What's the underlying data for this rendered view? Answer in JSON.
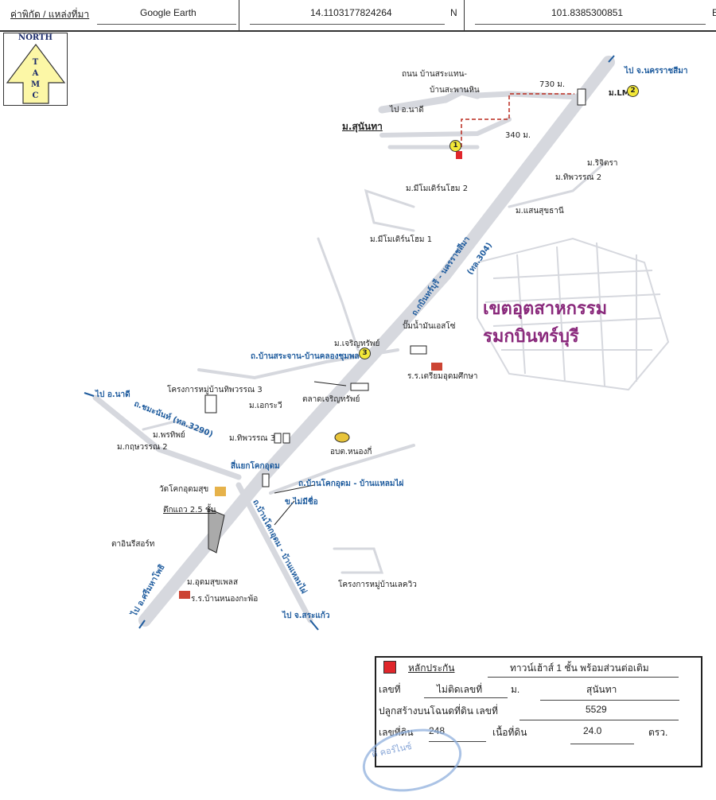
{
  "header": {
    "source_label": "ค่าพิกัด / แหล่งที่มา",
    "source_value": "Google Earth",
    "latitude": "14.1103177824264",
    "lat_unit": "N",
    "longitude": "101.8385300851",
    "lon_unit": "E"
  },
  "north_arrow": {
    "title": "NORTH",
    "letters": [
      "T",
      "A",
      "M",
      "C"
    ]
  },
  "map": {
    "labels": [
      "ถนน บ้านสระแทน-",
      "บ้านสะพานหิน",
      "730 ม.",
      "ไป จ.นครราชสีมา",
      "ม.LM",
      "ไป อ.นาดี",
      "ม.สุนันทา",
      "340 ม.",
      "ม.ริจิตรา",
      "ม.ทิพวรรณ 2",
      "ม.มีโมเดิร์นโฮม 2",
      "ม.แสนสุขธานี",
      "ม.มีโมเดิร์นโฮม 1",
      "ถ.กบินทร์บุรี - นครราชสีมา",
      "(ทล.304)",
      "เขตอุตสาหกรรม",
      "รมกบินทร์บุรี",
      "ม.เจริญทรัพย์",
      "ปั๊มน้ำมันเอสโซ่",
      "ถ.บ้านสระจาน-บ้านคลองชุมพล",
      "ร.ร.เตรียมอุดมศึกษา",
      "โครงการหมู่บ้านทิพวรรณ 3",
      "ไป อ.นาดี",
      "ตลาดเจริญทรัพย์",
      "ม.เอกระวี",
      "ถ.ชมะนันท์ (ทล.3290)",
      "ม.พรทิพย์",
      "ม.ทิพวรรณ 3",
      "ม.กฤษวรรณ 2",
      "อบต.หนองกี่",
      "สี่แยกโคกอุดม",
      "ถ.บ้านโคกอุดม - บ้านแหลมไผ่",
      "วัดโคกอุดมสุข",
      "ตึกแถว 2.5 ชั้น",
      "ข.ไม่มีชื่อ",
      "ตาอินรีสอร์ท",
      "โครงการหมู่บ้านเลควิว",
      "ม.อุดมสุขเพลส",
      "ร.ร.บ้านหนองกะพ้อ",
      "ไป อ.ศรีมหาโพธิ",
      "ไป จ.สระแก้ว",
      "ถ.บ้านโคกอุดม - บ้านแหลมไผ่"
    ],
    "markers": [
      "1",
      "2",
      "3"
    ]
  },
  "legend": {
    "collateral_label": "หลักประกัน",
    "collateral_value": "ทาวน์เฮ้าส์ 1 ชั้น พร้อมส่วนต่อเติม",
    "house_no_label": "เลขที่",
    "house_no_value": "ไม่ติดเลขที่",
    "village_label": "ม.",
    "village_value": "สุนันทา",
    "deed_label": "ปลูกสร้างบนโฉนดที่ดิน เลขที่",
    "deed_value": "5529",
    "land_no_label": "เลขที่ดิน",
    "land_no_value": "248",
    "area_label": "เนื้อที่ดิน",
    "area_value": "24.0",
    "area_unit": "ตรว.",
    "marker_color": "#e0262b"
  },
  "stamp": {
    "text": "ดี คอร์ไนซ์"
  }
}
